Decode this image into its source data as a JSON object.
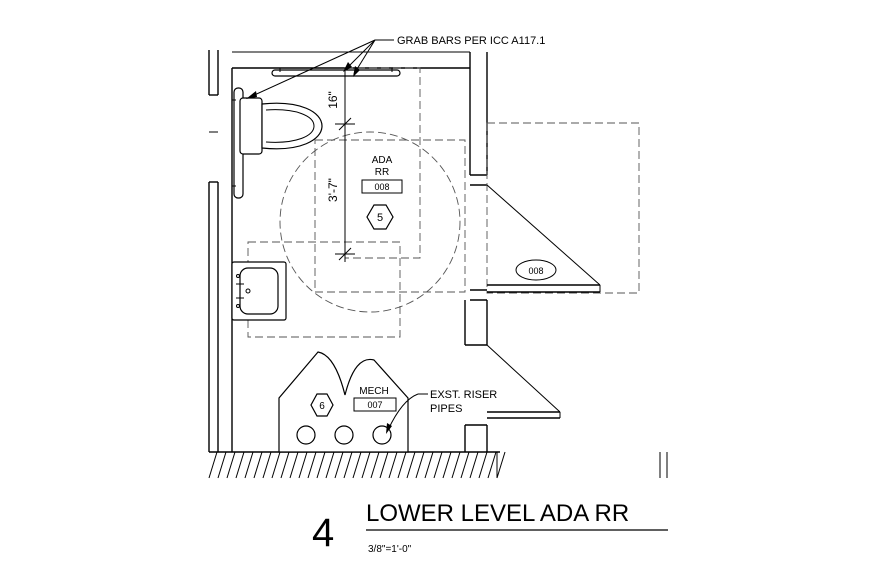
{
  "notes": {
    "grab_bars": "GRAB BARS PER ICC A117.1",
    "riser_line1": "EXST. RISER",
    "riser_line2": "PIPES"
  },
  "dimensions": {
    "top": "16\"",
    "vertical": "3'-7\""
  },
  "rooms": {
    "ada_rr": {
      "name_line1": "ADA",
      "name_line2": "RR",
      "number": "008",
      "tag": "5"
    },
    "mech": {
      "name": "MECH",
      "number": "007",
      "tag": "6"
    },
    "door_tag": "008"
  },
  "title_block": {
    "detail_number": "4",
    "title": "LOWER LEVEL ADA RR",
    "scale": "3/8\"=1'-0\""
  }
}
